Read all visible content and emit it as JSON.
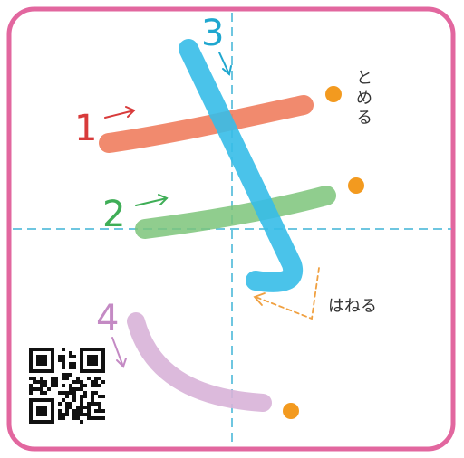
{
  "colors": {
    "frame": "#e2679f",
    "guide": "#6ec6e0",
    "stroke_1": "#ef7d5e",
    "stroke_2": "#7cc47a",
    "stroke_3": "#36bde8",
    "stroke_4": "#d8b3d8",
    "stop_dot": "#f39a1f",
    "arrow_1": "#d83b3b",
    "arrow_2": "#3fae57",
    "arrow_3": "#1fa7cf",
    "arrow_4": "#c48ac4",
    "hane_arrow": "#f0a040"
  },
  "strokes": [
    {
      "number": "1"
    },
    {
      "number": "2"
    },
    {
      "number": "3"
    },
    {
      "number": "4"
    }
  ],
  "annotations": {
    "tome_line1": "と",
    "tome_line2": "め",
    "tome_line3": "る",
    "hane": "はねる"
  },
  "icons": {
    "qr": "qr-code-icon"
  }
}
